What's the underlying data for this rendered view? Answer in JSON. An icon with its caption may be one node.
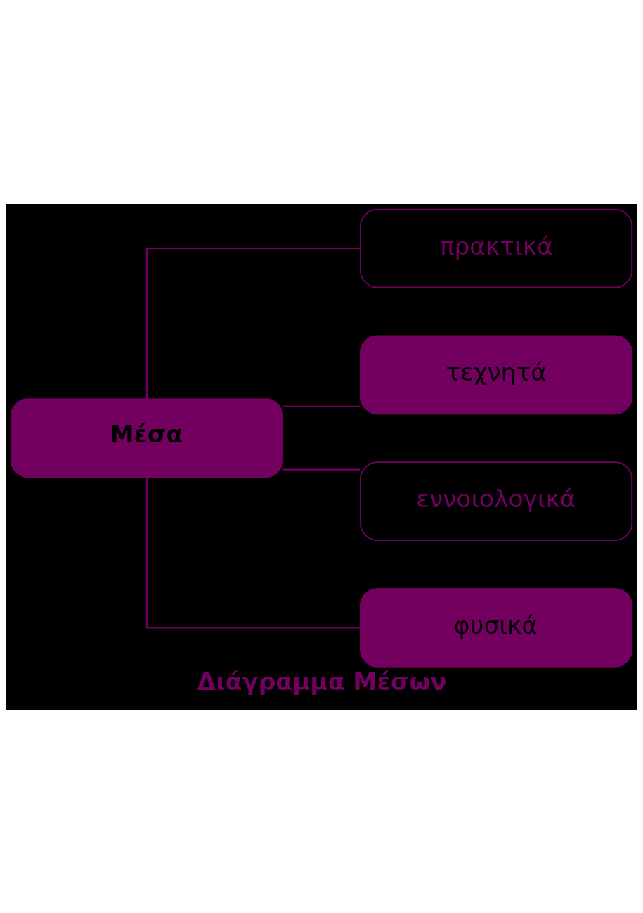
{
  "diagram": {
    "caption": "Διάγραμμα Μέσων",
    "nodes": [
      {
        "text": [
          "Μέσα"
        ]
      },
      {
        "text": [
          "πρακτικά"
        ]
      },
      {
        "text": [
          "τεχνητά"
        ]
      },
      {
        "text": [
          "εννοιολογικά"
        ]
      },
      {
        "text": [
          "φυσικά"
        ]
      }
    ],
    "edges": [
      {
        "from": 0,
        "to": 1,
        "arrow": "none"
      },
      {
        "from": 0,
        "to": 2,
        "arrow": "none"
      },
      {
        "from": 0,
        "to": 3,
        "arrow": "none"
      },
      {
        "from": 0,
        "to": 4,
        "arrow": "none"
      }
    ]
  }
}
